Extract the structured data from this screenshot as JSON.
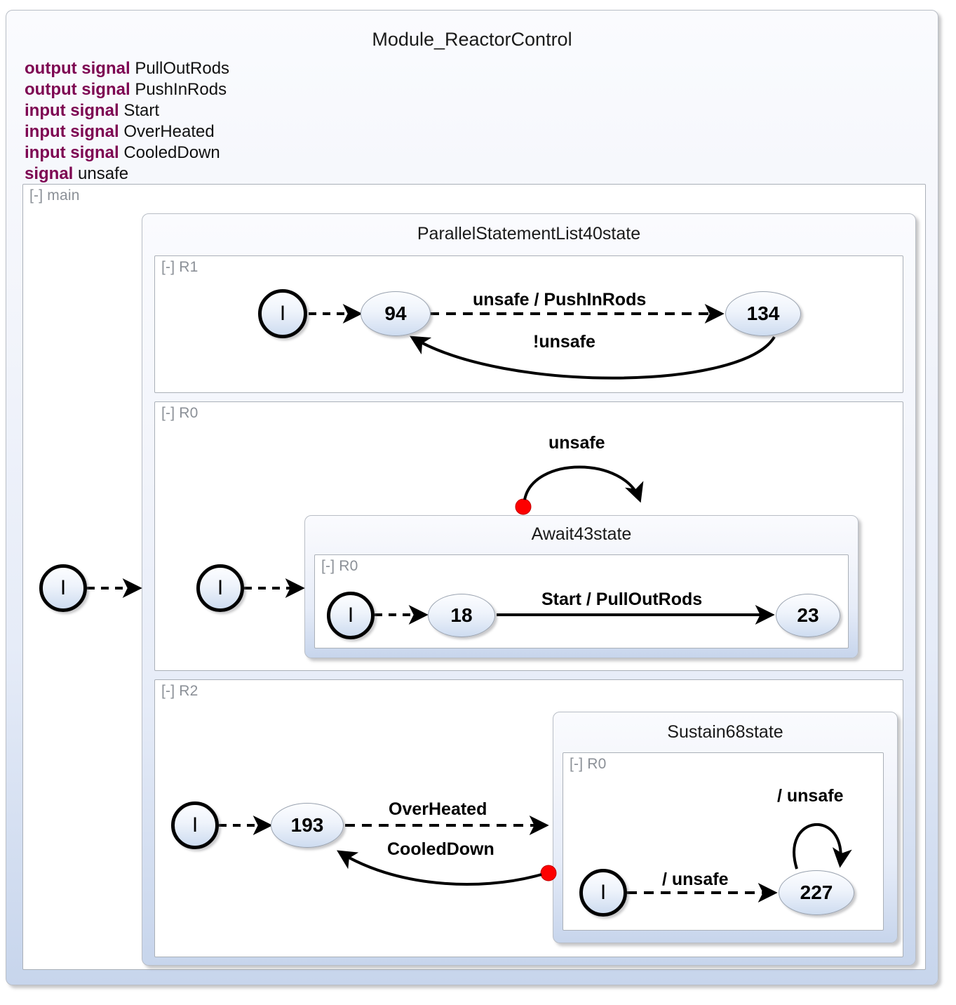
{
  "module": {
    "title": "Module_ReactorControl",
    "declarations": [
      {
        "keyword": "output signal",
        "name": "PullOutRods"
      },
      {
        "keyword": "output signal",
        "name": "PushInRods"
      },
      {
        "keyword": "input signal",
        "name": "Start"
      },
      {
        "keyword": "input signal",
        "name": "OverHeated"
      },
      {
        "keyword": "input signal",
        "name": "CooledDown"
      },
      {
        "keyword": "signal",
        "name": "unsafe"
      }
    ]
  },
  "regions": {
    "main": "[-] main",
    "r1": "[-] R1",
    "r0": "[-] R0",
    "r2": "[-] R2",
    "await_r0": "[-] R0",
    "sustain_r0": "[-] R0"
  },
  "states": {
    "parallel": "ParallelStatementList40state",
    "await": "Await43state",
    "sustain": "Sustain68state",
    "initial_glyph": "I",
    "n94": "94",
    "n134": "134",
    "n18": "18",
    "n23": "23",
    "n193": "193",
    "n227": "227"
  },
  "transitions": {
    "unsafe_pushinrods": "unsafe / PushInRods",
    "not_unsafe": "!unsafe",
    "unsafe": "unsafe",
    "start_pulloutrods": "Start / PullOutRods",
    "overheated": "OverHeated",
    "cooleddown": "CooledDown",
    "emit_unsafe_init": "/ unsafe",
    "emit_unsafe_loop": "/ unsafe"
  },
  "colors": {
    "keyword": "#7d0552",
    "container_top": "#fafbfe",
    "container_bottom": "#c7d5ec",
    "region_bg": "#ffffff",
    "region_label": "#8b9097",
    "node_border": "#9aa3b0",
    "edge": "#000000",
    "connector_dot": "#fd0000"
  }
}
